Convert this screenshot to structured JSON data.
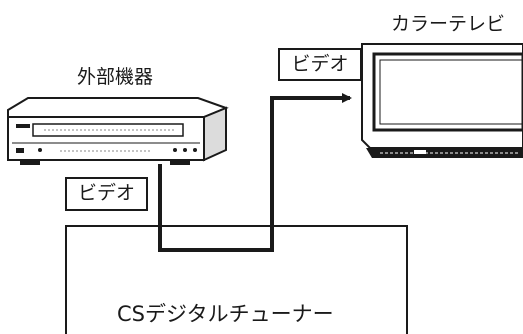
{
  "diagram": {
    "external_device_label": "外部機器",
    "tv_label": "カラーテレビ",
    "tuner_label": "CSデジタルチューナー",
    "video_in_tag": "ビデオ",
    "video_out_tag": "ビデオ"
  },
  "colors": {
    "line": "#1a1a1a",
    "background": "#ffffff"
  }
}
